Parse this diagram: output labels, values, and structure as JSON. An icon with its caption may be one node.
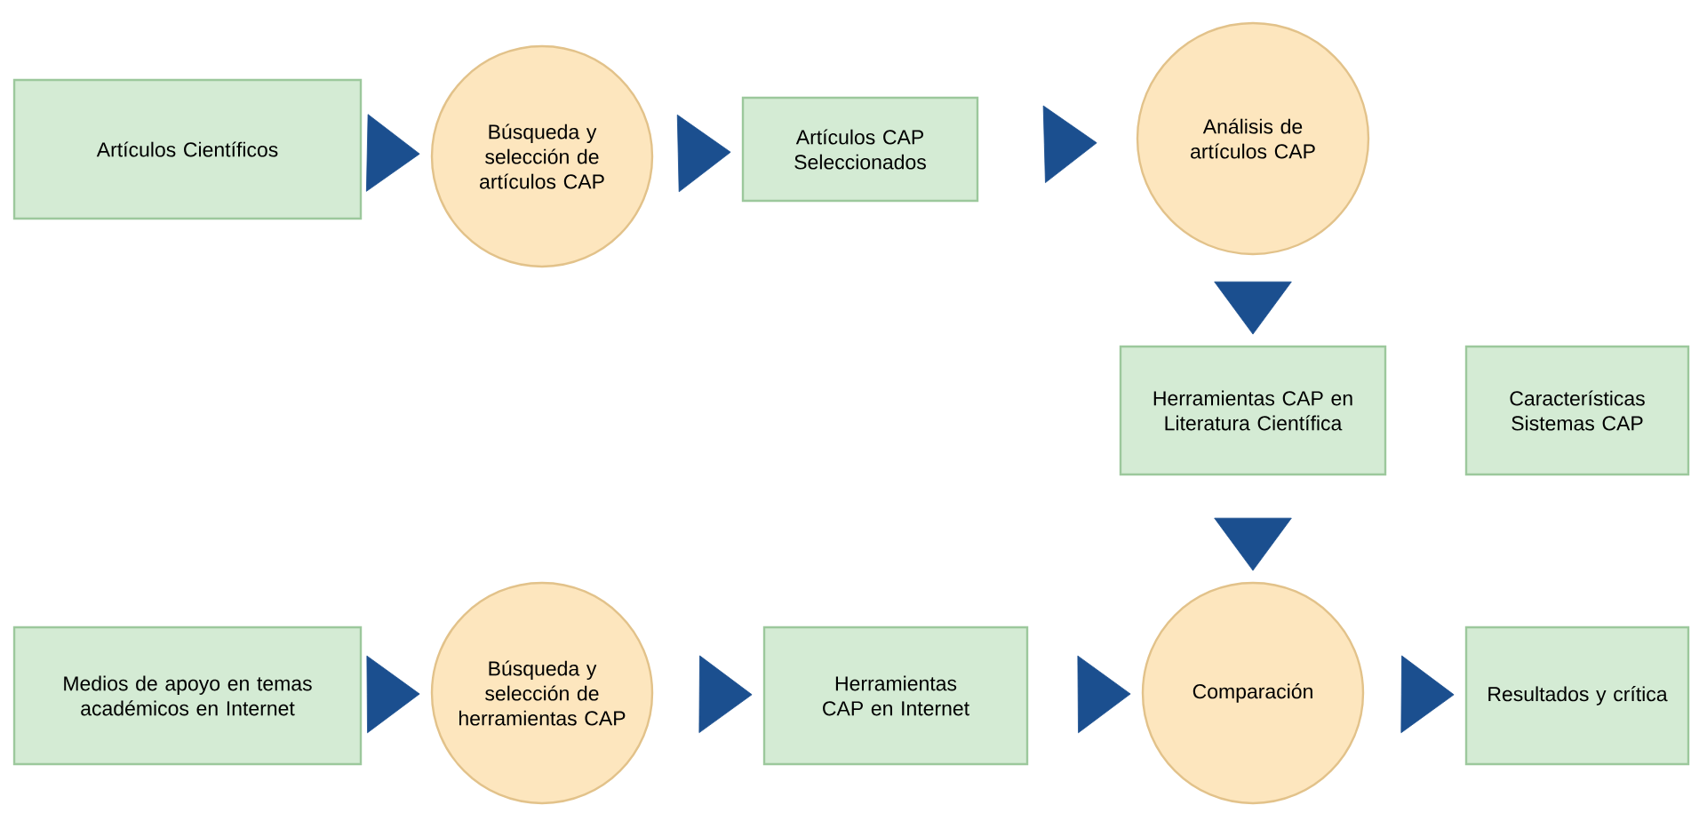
{
  "diagram": {
    "nodes": [
      {
        "text": [
          "Artículos Científicos"
        ]
      },
      {
        "text": [
          "Búsqueda y selección de artículos CAP"
        ]
      },
      {
        "text": [
          "Artículos CAP Seleccionados"
        ]
      },
      {
        "text": [
          "Análisis de artículos CAP"
        ]
      },
      {
        "text": [
          "Herramientas CAP en Literatura Científica"
        ]
      },
      {
        "text": [
          "Características Sistemas CAP"
        ]
      },
      {
        "text": [
          "Medios de apoyo en temas académicos en Internet"
        ]
      },
      {
        "text": [
          "Búsqueda y selección de herramientas CAP"
        ]
      },
      {
        "text": [
          "Herramientas CAP en Internet"
        ]
      },
      {
        "text": [
          "Comparación"
        ]
      },
      {
        "text": [
          "Resultados y crítica"
        ]
      }
    ],
    "edges": [
      {
        "from": 0,
        "to": 1,
        "arrow": "to"
      },
      {
        "from": 1,
        "to": 2,
        "arrow": "to"
      },
      {
        "from": 2,
        "to": 3,
        "arrow": "to"
      },
      {
        "from": 3,
        "to": 4,
        "arrow": "to"
      },
      {
        "from": 4,
        "to": 9,
        "arrow": "to"
      },
      {
        "from": 6,
        "to": 7,
        "arrow": "to"
      },
      {
        "from": 7,
        "to": 8,
        "arrow": "to"
      },
      {
        "from": 8,
        "to": 9,
        "arrow": "to"
      },
      {
        "from": 9,
        "to": 10,
        "arrow": "to"
      }
    ]
  }
}
